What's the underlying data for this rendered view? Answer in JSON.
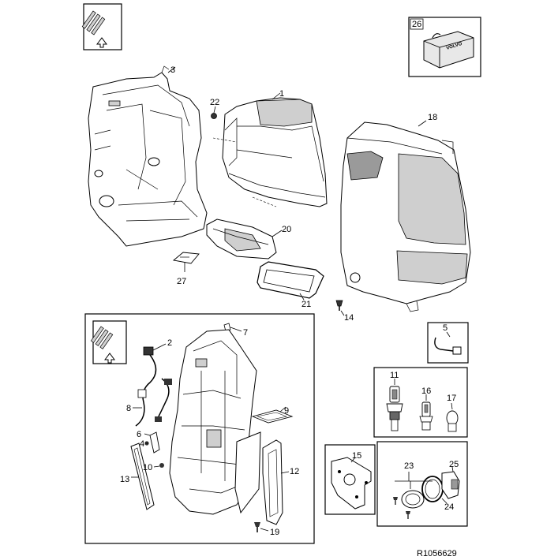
{
  "callouts": {
    "c1": "1",
    "c2": "2",
    "c3": "3",
    "c4": "4",
    "c5": "5",
    "c6": "6",
    "c7": "7",
    "c8": "8",
    "c9": "9",
    "c10": "10",
    "c11": "11",
    "c12": "12",
    "c13": "13",
    "c14": "14",
    "c15": "15",
    "c16": "16",
    "c17": "17",
    "c18": "18",
    "c19": "19",
    "c20": "20",
    "c21": "21",
    "c22": "22",
    "c23": "23",
    "c24": "24",
    "c25": "25",
    "c26": "26",
    "c27": "27"
  },
  "case_brand": "VOLVO",
  "reference_code": "R1056629"
}
